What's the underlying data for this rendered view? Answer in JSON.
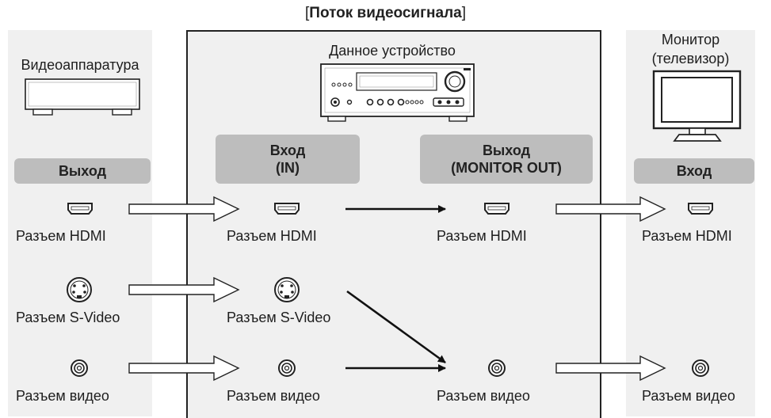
{
  "title": {
    "bracket_open": "[",
    "text": "Поток видеосигнала",
    "bracket_close": "]"
  },
  "source": {
    "name": "Видеоаппаратура",
    "header": "Выход",
    "connectors": {
      "hdmi": "Разъем HDMI",
      "svideo": "Разъем S-Video",
      "video": "Разъем видео"
    }
  },
  "device": {
    "name": "Данное устройство",
    "input_header_line1": "Вход",
    "input_header_line2": "(IN)",
    "output_header_line1": "Выход",
    "output_header_line2": "(MONITOR OUT)",
    "in_connectors": {
      "hdmi": "Разъем HDMI",
      "svideo": "Разъем S-Video",
      "video": "Разъем видео"
    },
    "out_connectors": {
      "hdmi": "Разъем HDMI",
      "video": "Разъем видео"
    }
  },
  "monitor": {
    "name_line1": "Монитор",
    "name_line2": "(телевизор)",
    "header": "Вход",
    "connectors": {
      "hdmi": "Разъем HDMI",
      "video": "Разъем видео"
    }
  }
}
